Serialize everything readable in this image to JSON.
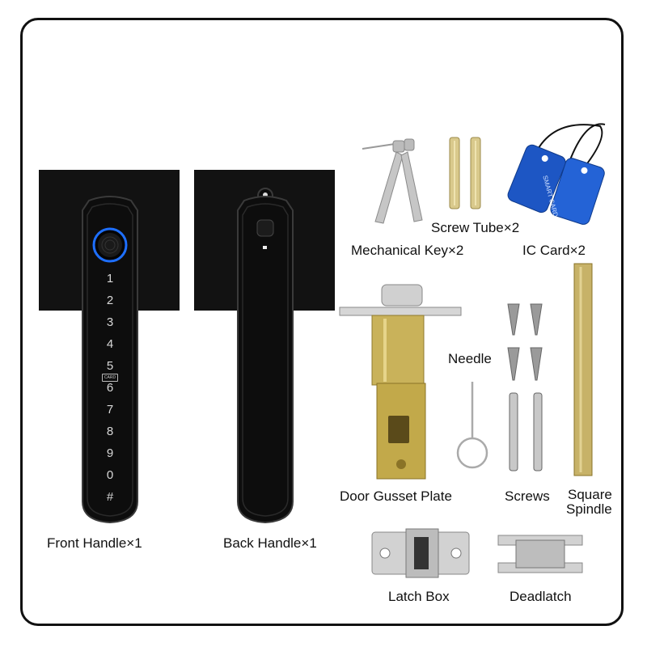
{
  "labels": {
    "front_handle": "Front Handle×1",
    "back_handle": "Back Handle×1",
    "mechanical_key": "Mechanical Key×2",
    "screw_tube": "Screw Tube×2",
    "ic_card": "IC Card×2",
    "needle": "Needle",
    "door_gusset_plate": "Door Gusset Plate",
    "screws": "Screws",
    "square_spindle_line1": "Square",
    "square_spindle_line2": "Spindle",
    "latch_box": "Latch Box",
    "deadlatch": "Deadlatch"
  },
  "keypad": {
    "keys": [
      "1",
      "2",
      "3",
      "4",
      "5",
      "6",
      "7",
      "8",
      "9",
      "0",
      "#"
    ],
    "card_tag": "CARD"
  },
  "ic_card_print": "SMART CARD",
  "colors": {
    "plate": "#121212",
    "fingerprint_ring": "#1e6fff",
    "ic_card": "#1d56c4",
    "brass": "#c9b25a",
    "steel": "#b8b8b8"
  },
  "icons": [
    "fingerprint-sensor-icon",
    "key-icon",
    "screw-icon",
    "card-icon"
  ]
}
